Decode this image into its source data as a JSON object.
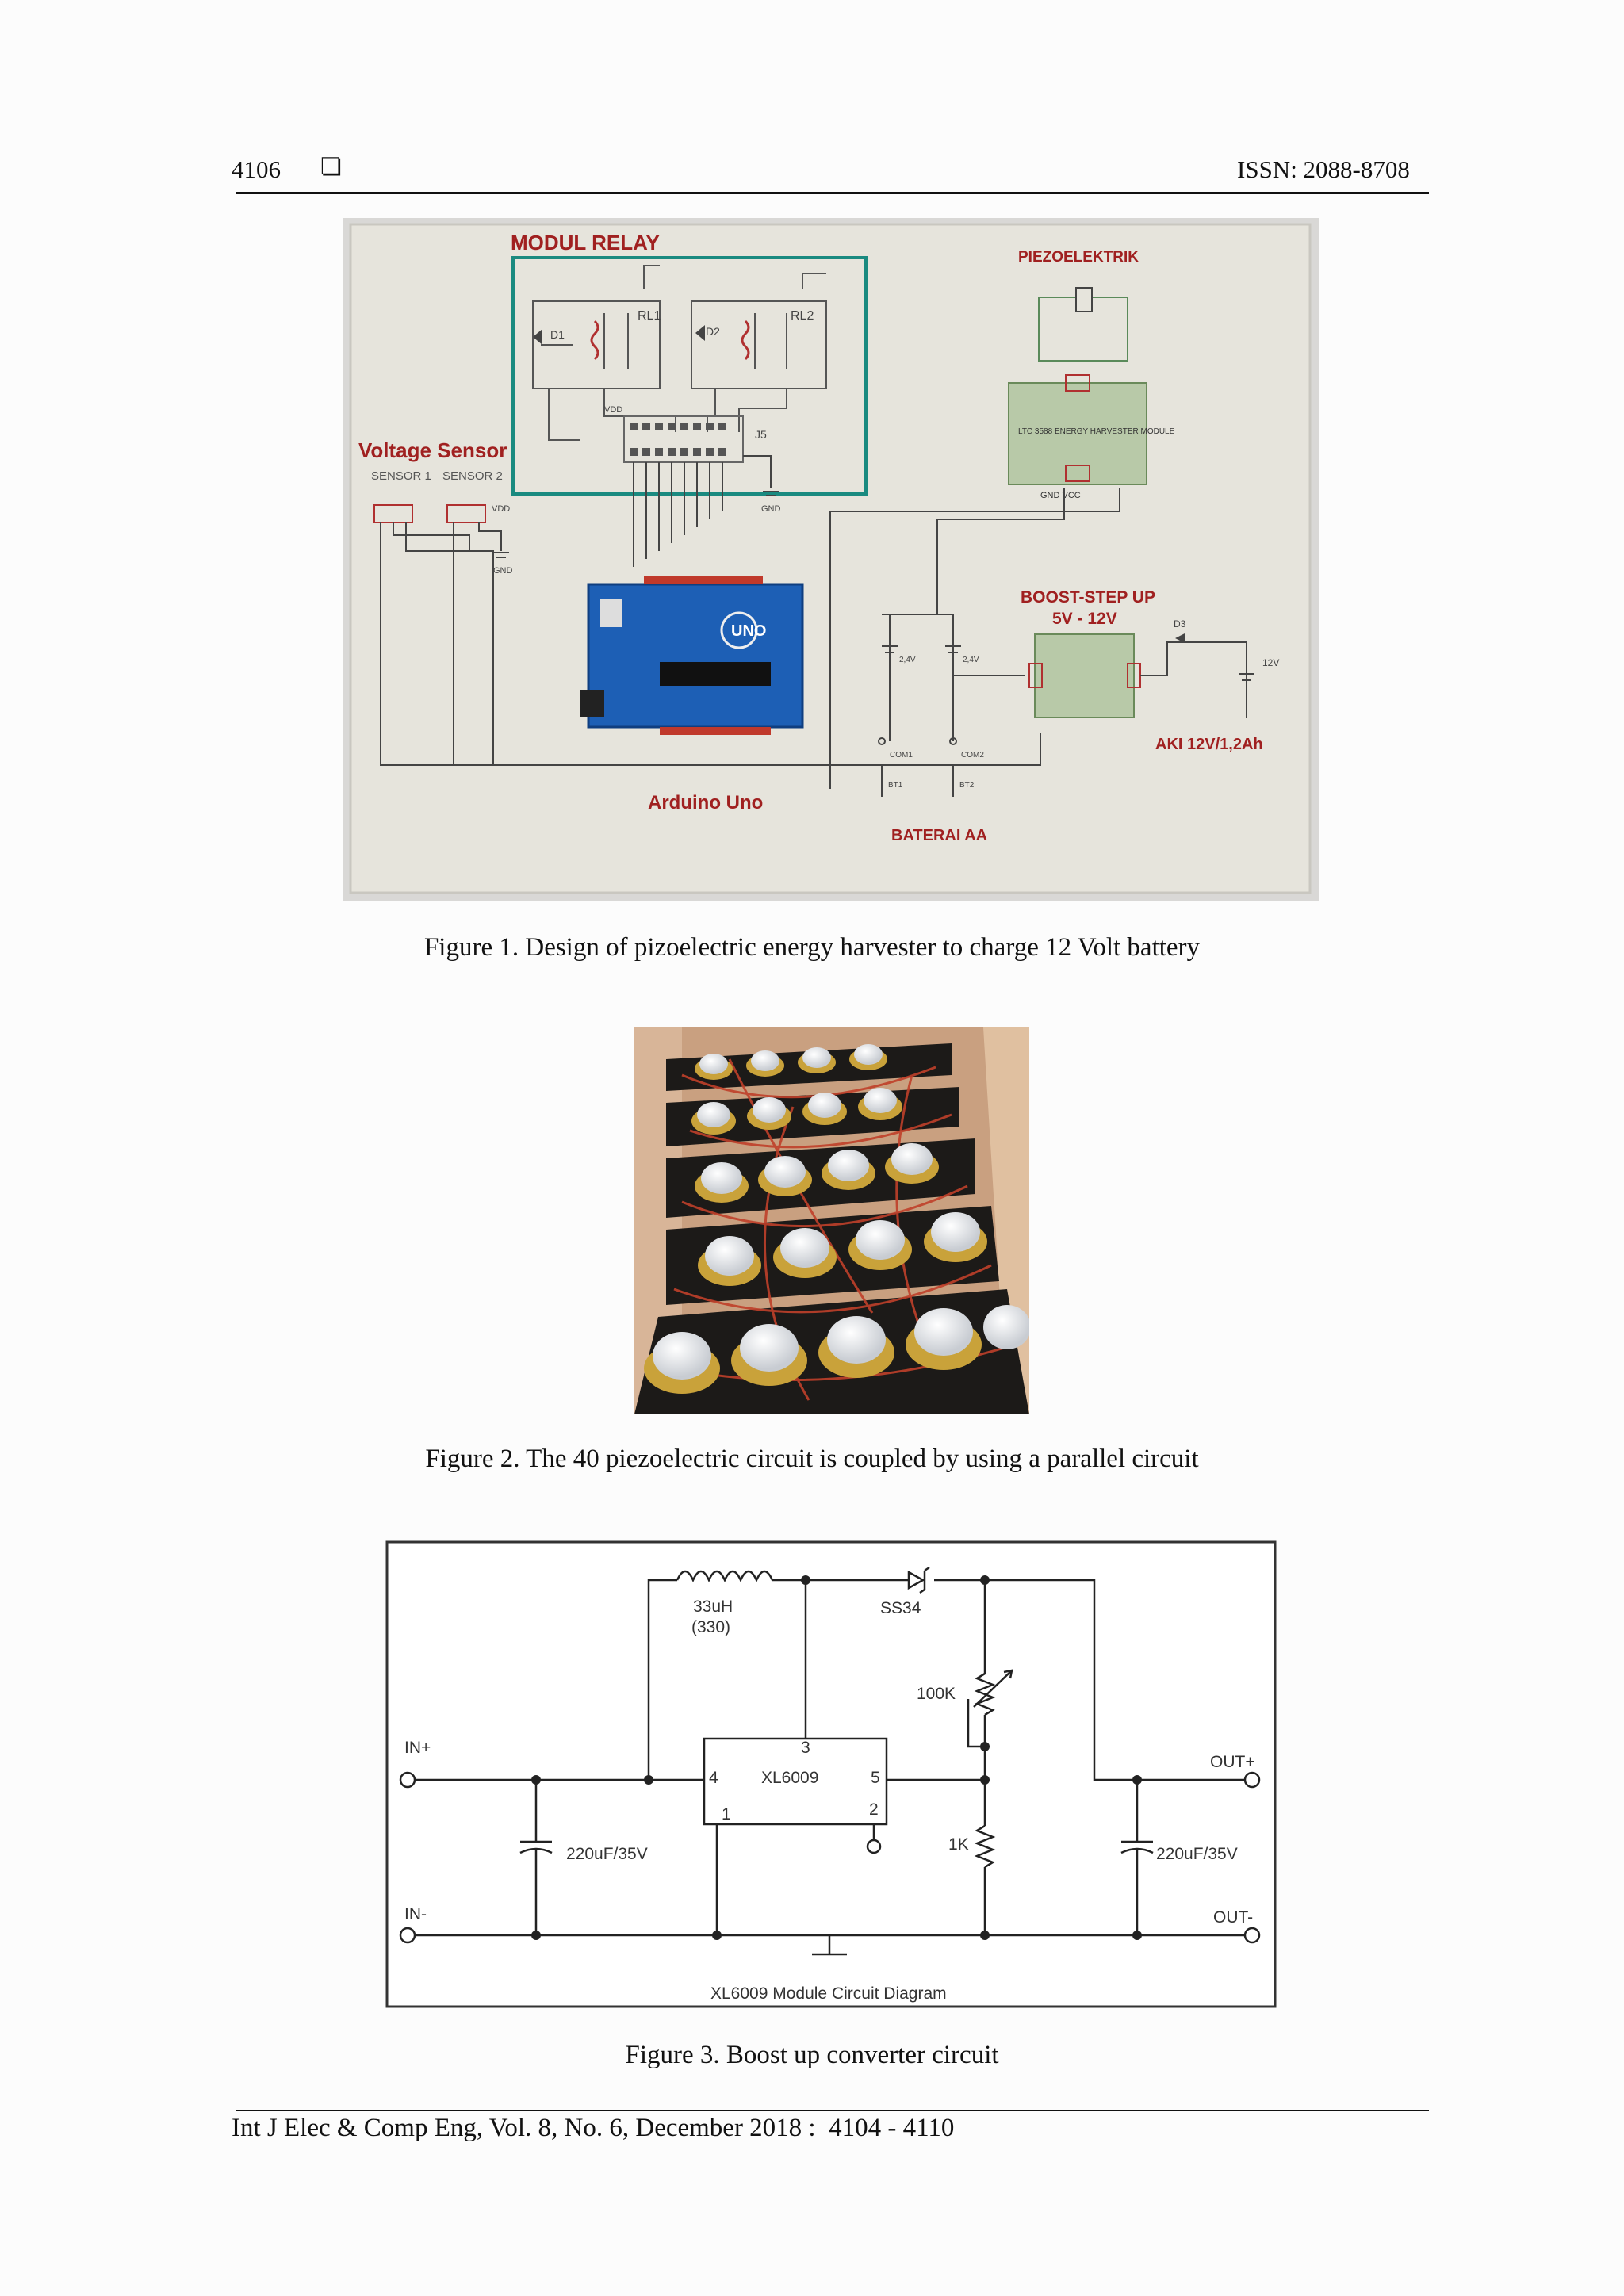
{
  "header": {
    "page_number": "4106",
    "box_glyph": "❏",
    "issn": "ISSN: 2088-8708"
  },
  "figure1": {
    "caption": "Figure 1. Design of pizoelectric energy harvester to charge 12 Volt battery",
    "labels": {
      "modul_relay": "MODUL RELAY",
      "piezoelektrik": "PIEZOELEKTRIK",
      "voltage_sensor": "Voltage Sensor",
      "sensor1": "SENSOR 1",
      "sensor2": "SENSOR 2",
      "boost": "BOOST-STEP UP",
      "boost_range": "5V - 12V",
      "aki": "AKI 12V/1,2Ah",
      "arduino": "Arduino Uno",
      "baterai": "BATERAI AA",
      "rl1": "RL1",
      "rl2": "RL2",
      "d1": "D1",
      "d2": "D2",
      "d3": "D3",
      "j5": "J5",
      "vdd": "VDD",
      "gnd": "GND",
      "gnd_vcc": "GND VCC",
      "module": "LTC 3588 ENERGY HARVESTER MODULE",
      "uno": "UNO",
      "v12": "12V",
      "v24a": "2,4V",
      "v24b": "2,4V",
      "bt1": "BT1",
      "bt2": "BT2",
      "com1": "COM1",
      "com2": "COM2"
    }
  },
  "figure2": {
    "caption": "Figure 2. The 40 piezoelectric circuit is coupled by using a parallel circuit"
  },
  "figure3": {
    "caption": "Figure 3. Boost up converter circuit",
    "labels": {
      "inductor": "33uH",
      "inductor_code": "(330)",
      "diode": "SS34",
      "pot": "100K",
      "ic": "XL6009",
      "pin3": "3",
      "pin4": "4",
      "pin5": "5",
      "pin1": "1",
      "pin2": "2",
      "in_plus": "IN+",
      "in_minus": "IN-",
      "out_plus": "OUT+",
      "out_minus": "OUT-",
      "cap_in": "220uF/35V",
      "cap_out": "220uF/35V",
      "r1k": "1K",
      "title": "XL6009 Module Circuit Diagram"
    }
  },
  "footer": {
    "citation": "Int J Elec & Comp Eng, Vol. 8, No. 6, December 2018 :  4104 - 4110"
  }
}
